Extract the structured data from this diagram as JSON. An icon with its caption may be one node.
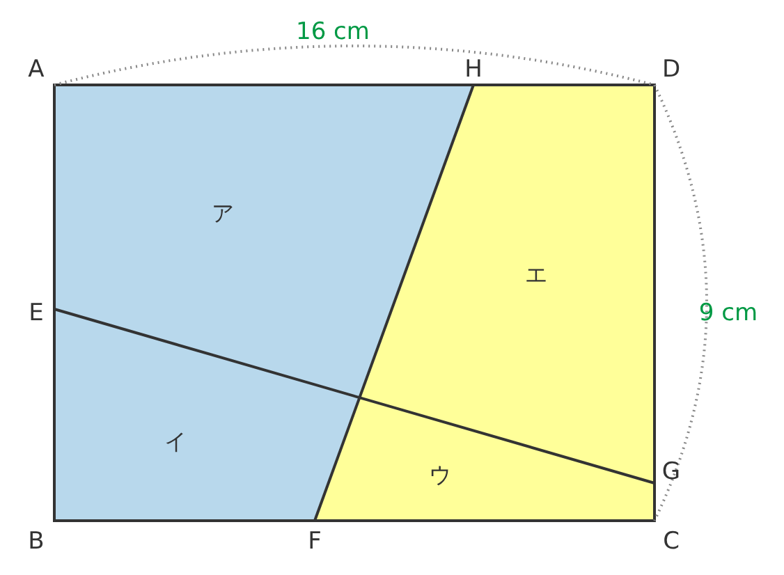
{
  "diagram": {
    "labels": [
      "A",
      "16 cm",
      "H",
      "D",
      "ア",
      "エ",
      "E",
      "9 cm",
      "イ",
      "ウ",
      "G",
      "B",
      "F",
      "C"
    ]
  }
}
